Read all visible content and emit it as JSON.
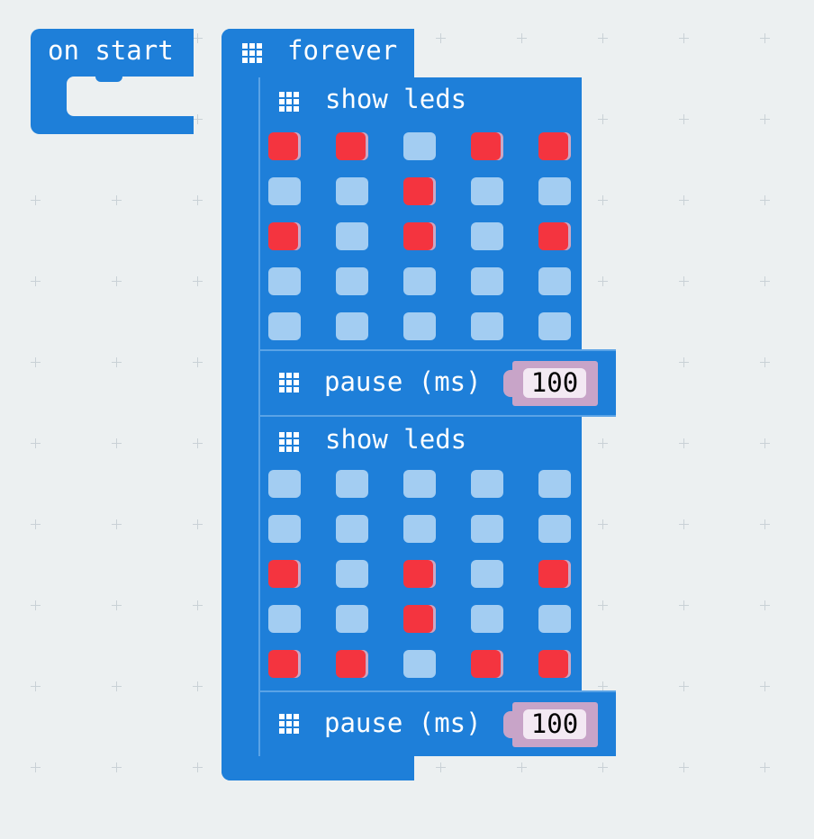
{
  "blocks": {
    "on_start": {
      "label": "on start"
    },
    "forever": {
      "label": "forever"
    },
    "show_leds_1": {
      "label": "show leds",
      "leds": [
        [
          1,
          1,
          0,
          1,
          1
        ],
        [
          0,
          0,
          1,
          0,
          0
        ],
        [
          1,
          0,
          1,
          0,
          1
        ],
        [
          0,
          0,
          0,
          0,
          0
        ],
        [
          0,
          0,
          0,
          0,
          0
        ]
      ]
    },
    "pause_1": {
      "label": "pause (ms)",
      "value": "100"
    },
    "show_leds_2": {
      "label": "show leds",
      "leds": [
        [
          0,
          0,
          0,
          0,
          0
        ],
        [
          0,
          0,
          0,
          0,
          0
        ],
        [
          1,
          0,
          1,
          0,
          1
        ],
        [
          0,
          0,
          1,
          0,
          0
        ],
        [
          1,
          1,
          0,
          1,
          1
        ]
      ]
    },
    "pause_2": {
      "label": "pause (ms)",
      "value": "100"
    }
  },
  "colors": {
    "block": "#1e7fd9",
    "led_on": "#f4343f",
    "led_off": "#a3cdf2",
    "number_slot": "#c8a4c8",
    "workspace": "#ecf0f1"
  }
}
